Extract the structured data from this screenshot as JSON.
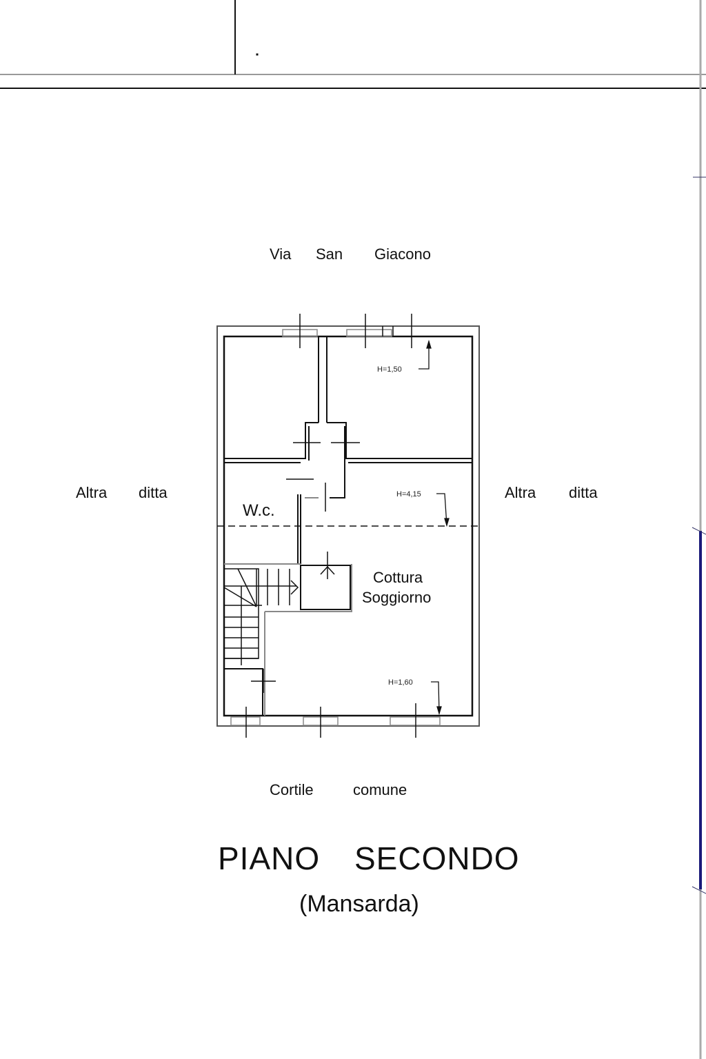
{
  "street_top": {
    "w1": "Via",
    "w2": "San",
    "w3": "Giacono"
  },
  "left_neighbor": {
    "w1": "Altra",
    "w2": "ditta"
  },
  "right_neighbor": {
    "w1": "Altra",
    "w2": "ditta"
  },
  "courtyard": {
    "w1": "Cortile",
    "w2": "comune"
  },
  "rooms": {
    "wc": "W.c.",
    "kitchen_line1": "Cottura",
    "kitchen_line2": "Soggiorno"
  },
  "heights": {
    "top": "H=1,50",
    "middle": "H=4,15",
    "bottom": "H=1,60"
  },
  "title": {
    "w1": "PIANO",
    "w2": "SECONDO",
    "subtitle": "(Mansarda)"
  },
  "colors": {
    "line": "#111111",
    "grey": "#9a9a9a",
    "blue": "#1a1a7a"
  }
}
